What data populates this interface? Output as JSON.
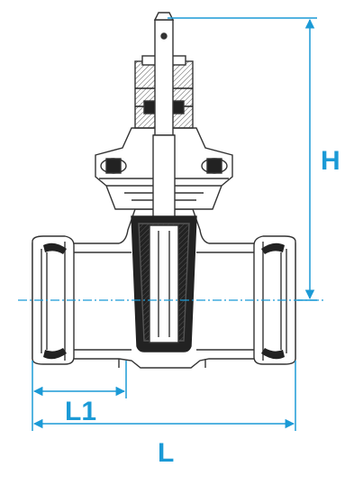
{
  "dimensions": {
    "height_label": "H",
    "socket_length_label": "L1",
    "overall_length_label": "L"
  },
  "colors": {
    "dimension": "#1b9ad6",
    "outline": "#333333",
    "hatch": "#555555",
    "seal": "#222222",
    "background": "#ffffff"
  }
}
